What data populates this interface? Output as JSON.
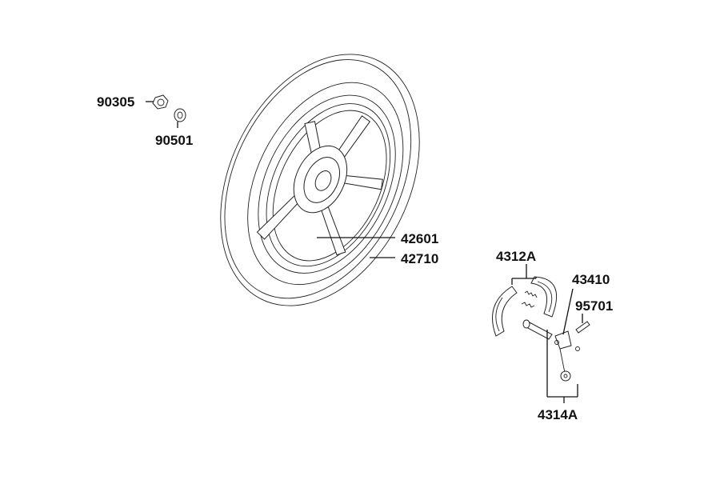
{
  "parts": [
    {
      "id": "p1",
      "number": "90305"
    },
    {
      "id": "p2",
      "number": "90501"
    },
    {
      "id": "p3",
      "number": "42601"
    },
    {
      "id": "p4",
      "number": "42710"
    },
    {
      "id": "p5",
      "number": "4312A"
    },
    {
      "id": "p6",
      "number": "43410"
    },
    {
      "id": "p7",
      "number": "95701"
    },
    {
      "id": "p8",
      "number": "4314A"
    }
  ]
}
